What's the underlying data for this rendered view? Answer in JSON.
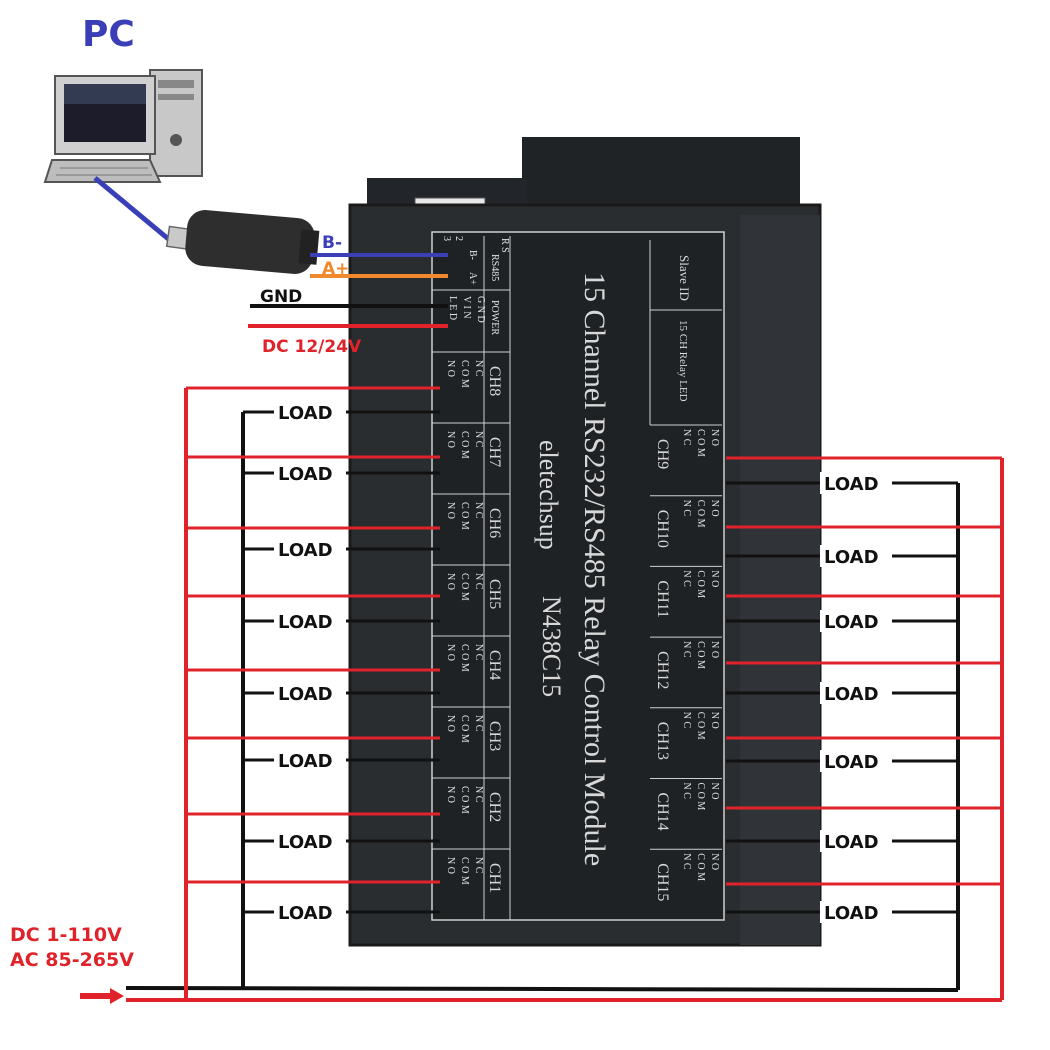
{
  "pc_label": "PC",
  "usb": {
    "b_minus": "B-",
    "a_plus": "A+"
  },
  "power": {
    "gnd": "GND",
    "dc": "DC 12/24V"
  },
  "supply": {
    "dc_line": "DC 1-110V",
    "ac_line": "AC  85-265V"
  },
  "module": {
    "title": "15 Channel RS232/RS485 Relay Control Module",
    "brand": "eletechsup",
    "model": "N438C15",
    "slave_id": "Slave ID",
    "relay_led": "15 CH Relay LED",
    "rs485_header": "RS485",
    "power_header": "POWER",
    "rs_header": "R S",
    "rs_pins": [
      "2",
      "3"
    ],
    "rs485_pins": [
      "B-",
      "A+"
    ],
    "power_pins": [
      "G N D",
      "V I N",
      "L E D"
    ],
    "terminal_pins": [
      "N C",
      "C O M",
      "N O"
    ]
  },
  "load_label": "LOAD",
  "left_channels": [
    "CH8",
    "CH7",
    "CH6",
    "CH5",
    "CH4",
    "CH3",
    "CH2",
    "CH1"
  ],
  "right_channels": [
    "CH9",
    "CH10",
    "CH11",
    "CH12",
    "CH13",
    "CH14",
    "CH15"
  ],
  "colors": {
    "red_wire": "#e0232b",
    "black_wire": "#111111",
    "blue_wire": "#3a3fb8",
    "orange_wire": "#f08a2c",
    "pc_text": "#3a3fb8",
    "supply_text": "#e0232b",
    "module_body": "#2a2d30"
  }
}
